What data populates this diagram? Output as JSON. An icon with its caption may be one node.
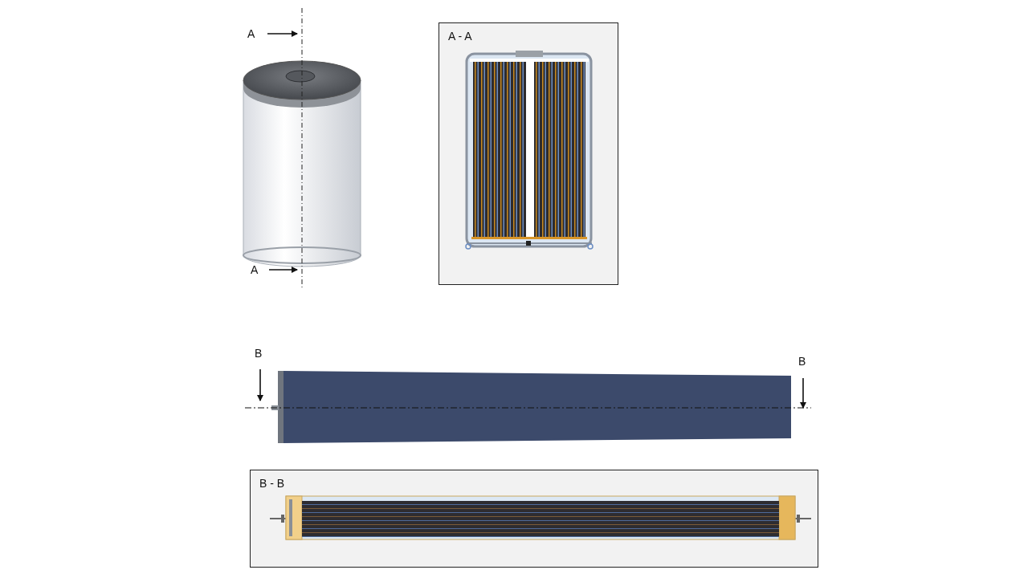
{
  "diagram": {
    "nodes": [
      {
        "text": [
          "A - A"
        ]
      },
      {
        "text": [
          "B - B"
        ]
      }
    ],
    "labels": [
      "A",
      "A",
      "B",
      "B"
    ]
  }
}
